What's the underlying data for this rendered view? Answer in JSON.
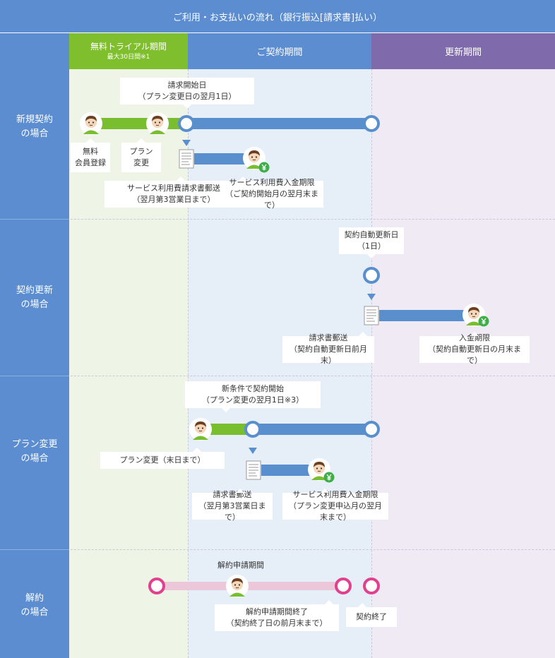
{
  "header": {
    "title": "ご利用・お支払いの流れ（銀行振込[請求書]払い）"
  },
  "periods": {
    "trial": {
      "title": "無料トライアル期間",
      "note": "最大30日間※1"
    },
    "contract": {
      "title": "ご契約期間"
    },
    "renewal": {
      "title": "更新期間"
    }
  },
  "rows": {
    "new_contract": {
      "label": "新規契約\nの場合",
      "billing_start": "請求開始日\n（プラン変更日の翌月1日）",
      "free_signup": "無料\n会員登録",
      "plan_change": "プラン\n変更",
      "invoice_mail": "サービス利用費請求書郵送\n（翌月第3営業日まで）",
      "payment_due": "サービス利用費入金期限\n（ご契約開始月の翌月末まで）"
    },
    "renewal": {
      "label": "契約更新\nの場合",
      "auto_renew_date": "契約自動更新日\n（1日）",
      "invoice_mail": "請求書郵送\n（契約自動更新日前月末）",
      "payment_due": "入金期限\n（契約自動更新日の月末まで）"
    },
    "plan_change": {
      "label": "プラン変更\nの場合",
      "new_terms_start": "新条件で契約開始\n（プラン変更の翌月1日※3）",
      "plan_change": "プラン変更（末日まで）",
      "invoice_mail": "請求書郵送\n（翌月第3営業日まで）",
      "payment_due": "サービス利用費入金期限\n（プラン変更申込月の翌月末まで）"
    },
    "cancellation": {
      "label": "解約\nの場合",
      "application_period": "解約申請期間",
      "application_end": "解約申請期間終了\n（契約終了日の前月末まで）",
      "contract_end": "契約終了"
    }
  },
  "icons": {
    "person": "person-icon",
    "yen_coin": "yen-coin-icon",
    "invoice_document": "document-icon",
    "timeline_node": "circle-node-icon",
    "arrow_marker": "triangle-down-icon"
  },
  "colors": {
    "header_blue": "#5b8dd0",
    "trial_green": "#7fbf2e",
    "renewal_purple": "#7f6aab",
    "bar_blue": "#5a8fcd",
    "cancel_pink": "#e0408e"
  }
}
